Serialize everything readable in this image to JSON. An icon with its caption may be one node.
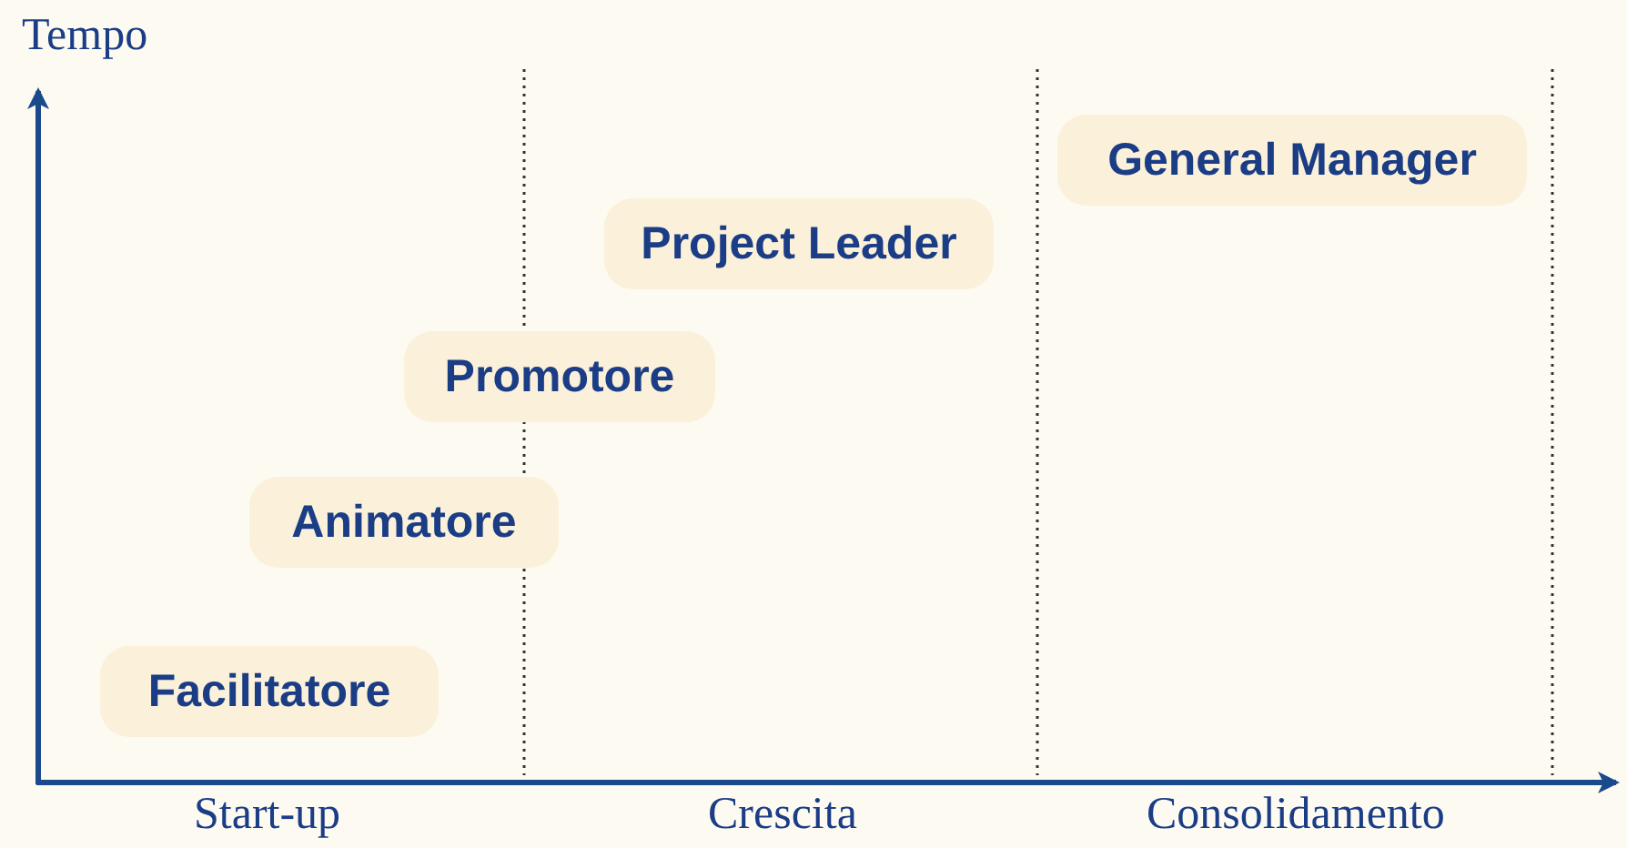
{
  "diagram": {
    "nodes": [
      {
        "text": [
          "Facilitatore"
        ]
      },
      {
        "text": [
          "Animatore"
        ]
      },
      {
        "text": [
          "Promotore"
        ]
      },
      {
        "text": [
          "Project Leader"
        ]
      },
      {
        "text": [
          "General Manager"
        ]
      }
    ],
    "labels": [
      "Tempo",
      "Start-up",
      "Crescita",
      "Consolidamento"
    ]
  }
}
